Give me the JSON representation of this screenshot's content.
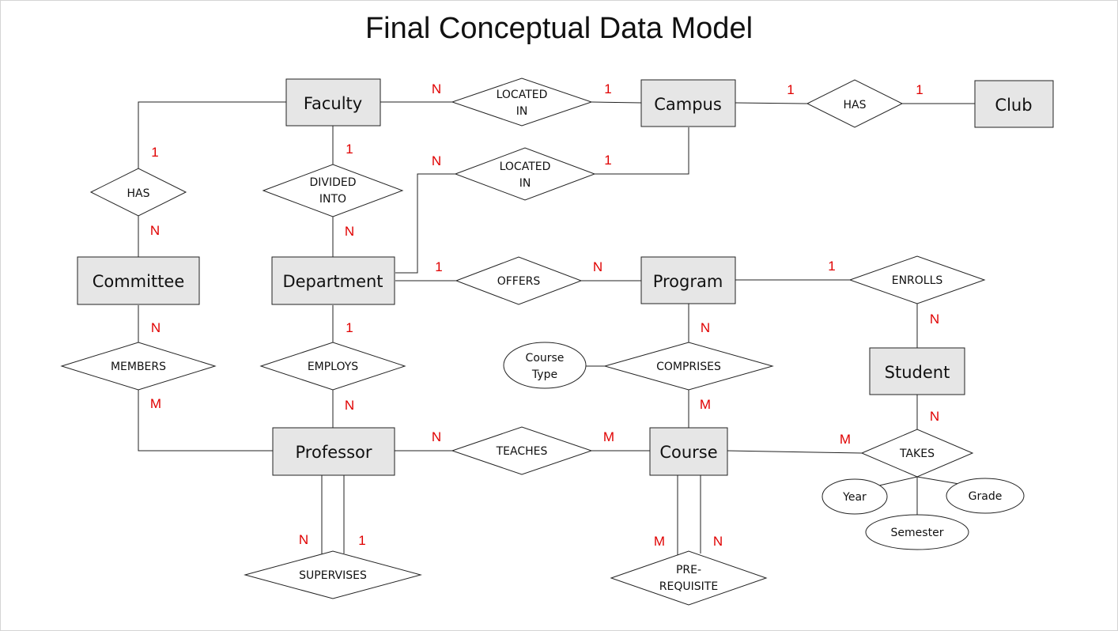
{
  "title": "Final Conceptual Data Model",
  "colors": {
    "cardinality": "#e00000",
    "entity_fill": "#e6e6e6",
    "stroke": "#222222"
  },
  "entities": {
    "faculty": "Faculty",
    "campus": "Campus",
    "club": "Club",
    "committee": "Committee",
    "department": "Department",
    "program": "Program",
    "student": "Student",
    "professor": "Professor",
    "course": "Course"
  },
  "relationships": {
    "faculty_located_in": [
      "LOCATED",
      "IN"
    ],
    "campus_has": [
      "HAS"
    ],
    "faculty_has": [
      "HAS"
    ],
    "divided_into": [
      "DIVIDED",
      "INTO"
    ],
    "dept_located_in": [
      "LOCATED",
      "IN"
    ],
    "offers": [
      "OFFERS"
    ],
    "enrolls": [
      "ENROLLS"
    ],
    "members": [
      "MEMBERS"
    ],
    "employs": [
      "EMPLOYS"
    ],
    "comprises": [
      "COMPRISES"
    ],
    "teaches": [
      "TEACHES"
    ],
    "takes": [
      "TAKES"
    ],
    "supervises": [
      "SUPERVISES"
    ],
    "prerequisite": [
      "PRE-",
      "REQUISITE"
    ]
  },
  "attributes": {
    "course_type": [
      "Course",
      "Type"
    ],
    "year": [
      "Year"
    ],
    "grade": [
      "Grade"
    ],
    "semester": [
      "Semester"
    ]
  },
  "cardinalities": {
    "faculty_loc_n": "N",
    "campus_loc_1": "1",
    "campus_has_1": "1",
    "club_has_1": "1",
    "faculty_has_1": "1",
    "committee_has_n": "N",
    "faculty_div_1": "1",
    "dept_div_n": "N",
    "dept_loc_n": "N",
    "campus_dloc_1": "1",
    "dept_offers_1": "1",
    "program_offers_n": "N",
    "program_enrolls_1": "1",
    "student_enrolls_n": "N",
    "committee_members_n": "N",
    "professor_members_m": "M",
    "dept_employs_1": "1",
    "professor_employs_n": "N",
    "program_comprises_n": "N",
    "course_comprises_m": "M",
    "professor_teaches_n": "N",
    "course_teaches_m": "M",
    "student_takes_n": "N",
    "course_takes_m": "M",
    "supervises_n": "N",
    "supervises_1": "1",
    "prereq_m": "M",
    "prereq_n": "N"
  }
}
